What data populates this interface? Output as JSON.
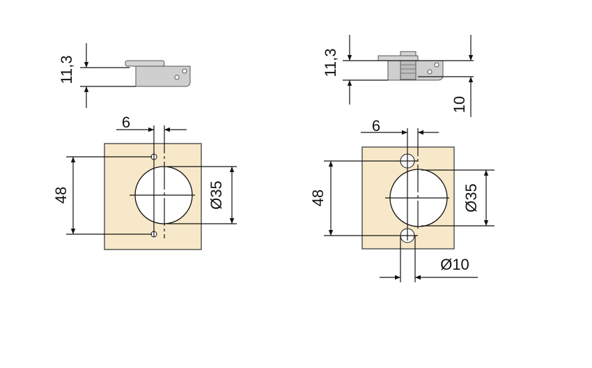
{
  "colors": {
    "plate": "#f7e8c9",
    "hinge": "#cfcfcf",
    "line": "#111111"
  },
  "left": {
    "height_label": "11,3",
    "offset_label": "6",
    "spacing_label": "48",
    "cup_diameter_label": "Ø35"
  },
  "right": {
    "height_label": "11,3",
    "depth_label": "10",
    "offset_label": "6",
    "spacing_label": "48",
    "cup_diameter_label": "Ø35",
    "dowel_diameter_label": "Ø10"
  }
}
